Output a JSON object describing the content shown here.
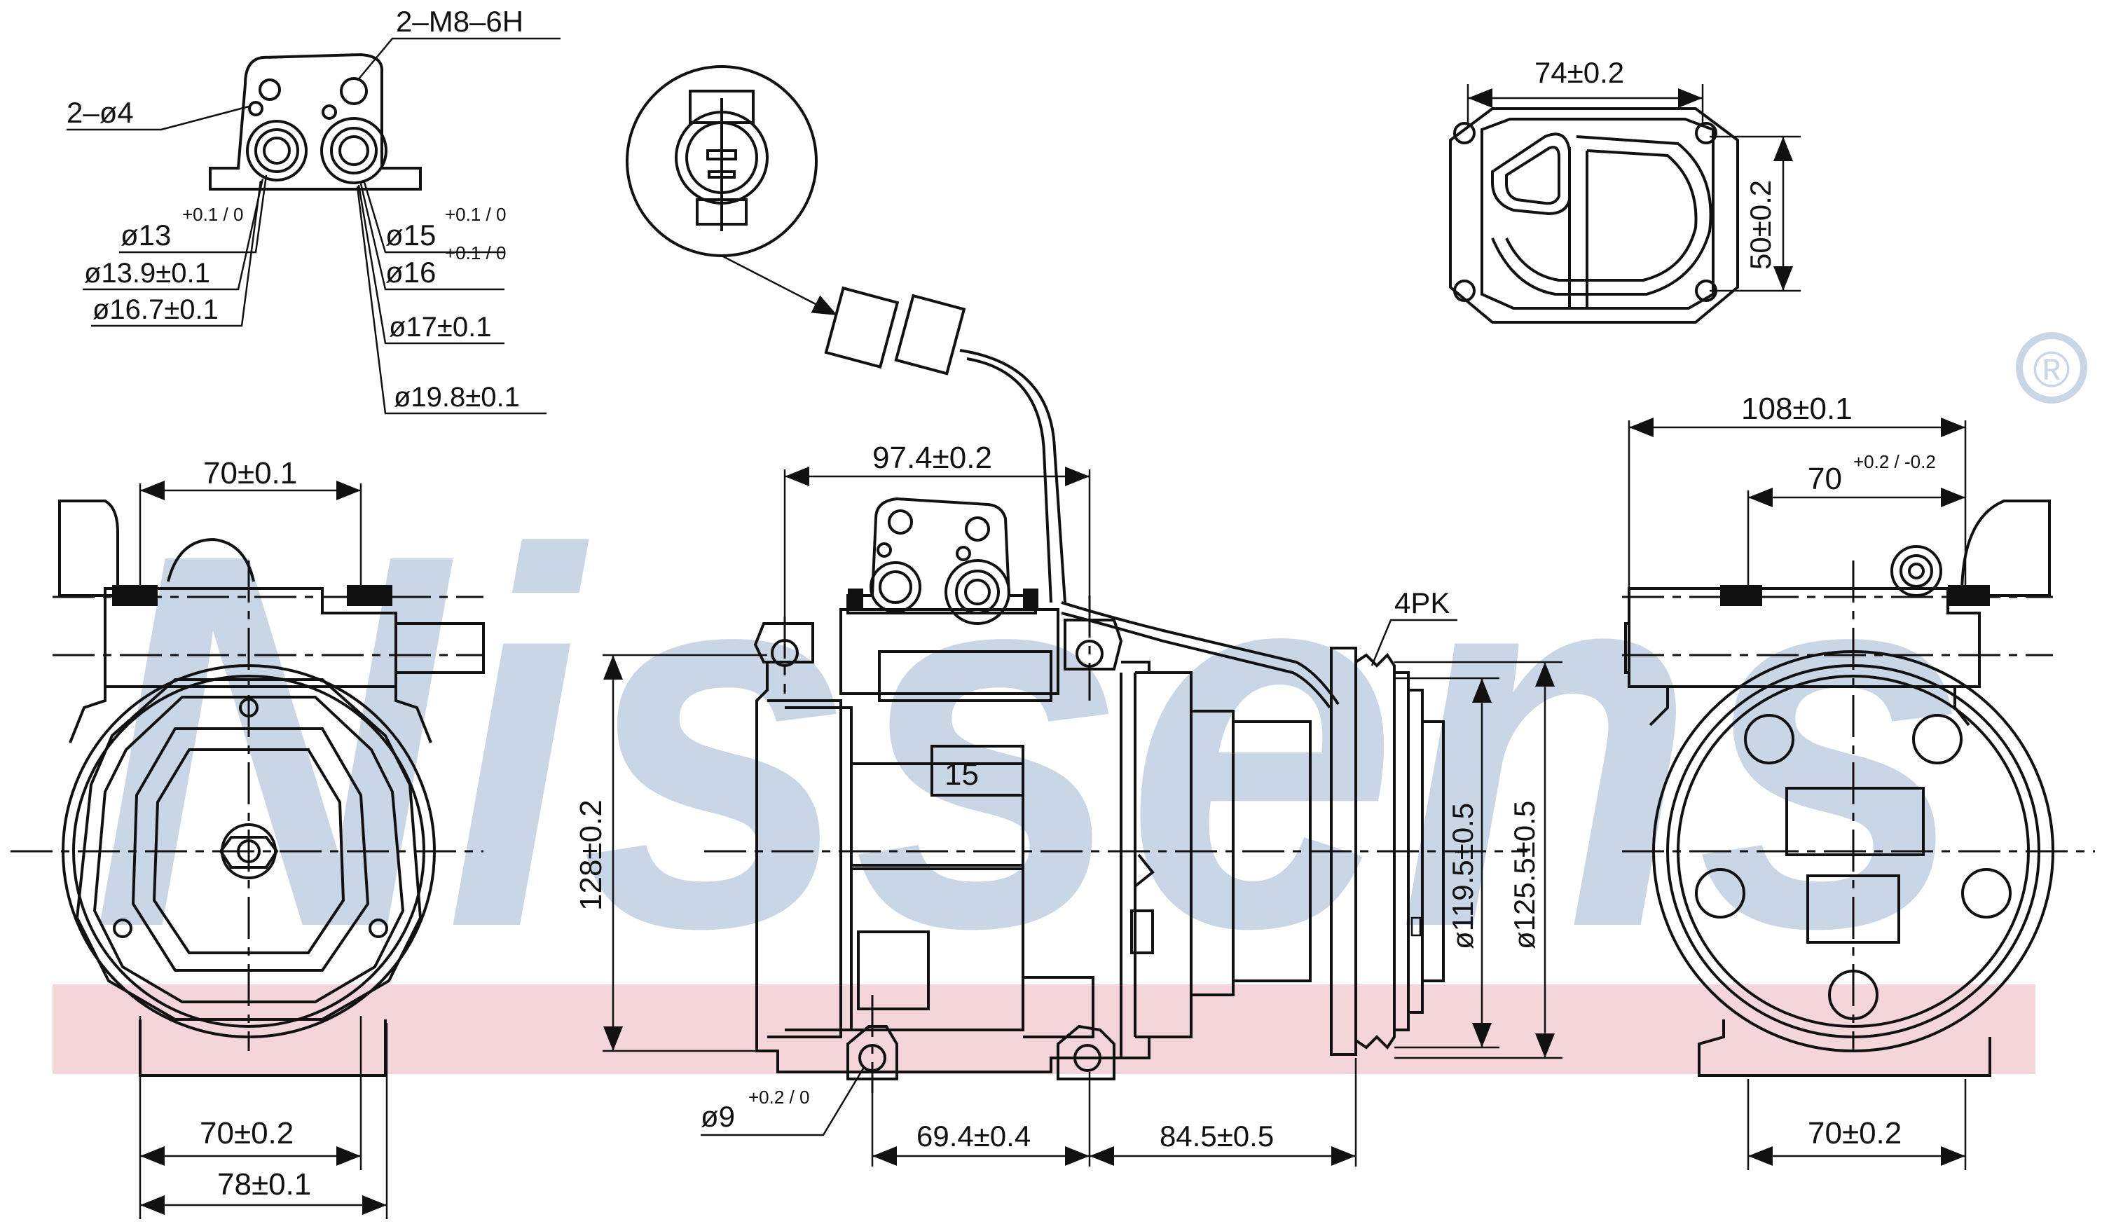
{
  "brand": {
    "watermark_text": "Nissens",
    "registered_mark": "®",
    "watermark_color": "#c9d6e6",
    "band_color": "#f3d5da"
  },
  "detail_ports": {
    "thread": "2–M8–6H",
    "holes": "2–ø4",
    "d13": "ø13",
    "d13_tol": "+0.1 / 0",
    "d13_9": "ø13.9±0.1",
    "d16_7": "ø16.7±0.1",
    "d15": "ø15",
    "d15_tol": "+0.1 / 0",
    "d16": "ø16",
    "d16_tol": "+0.1 / 0",
    "d17": "ø17±0.1",
    "d19_8": "ø19.8±0.1"
  },
  "front_view": {
    "top_width": "70±0.1",
    "bottom_width_1": "70±0.2",
    "bottom_width_2": "78±0.1"
  },
  "side_view": {
    "port_spacing": "97.4±0.2",
    "height": "128±0.2",
    "part_no": "15",
    "belt": "4PK",
    "pulley_d1": "ø119.5±0.5",
    "pulley_d2": "ø125.5±0.5",
    "mount_hole": "ø9",
    "mount_hole_tol": "+0.2 / 0",
    "mount_spacing": "69.4±0.4",
    "pulley_offset": "84.5±0.5"
  },
  "flange_view": {
    "width": "74±0.2",
    "height": "50±0.2"
  },
  "rear_view": {
    "overall_width": "108±0.1",
    "port_spacing": "70",
    "port_spacing_tol": "+0.2 / -0.2",
    "bottom_width": "70±0.2"
  }
}
